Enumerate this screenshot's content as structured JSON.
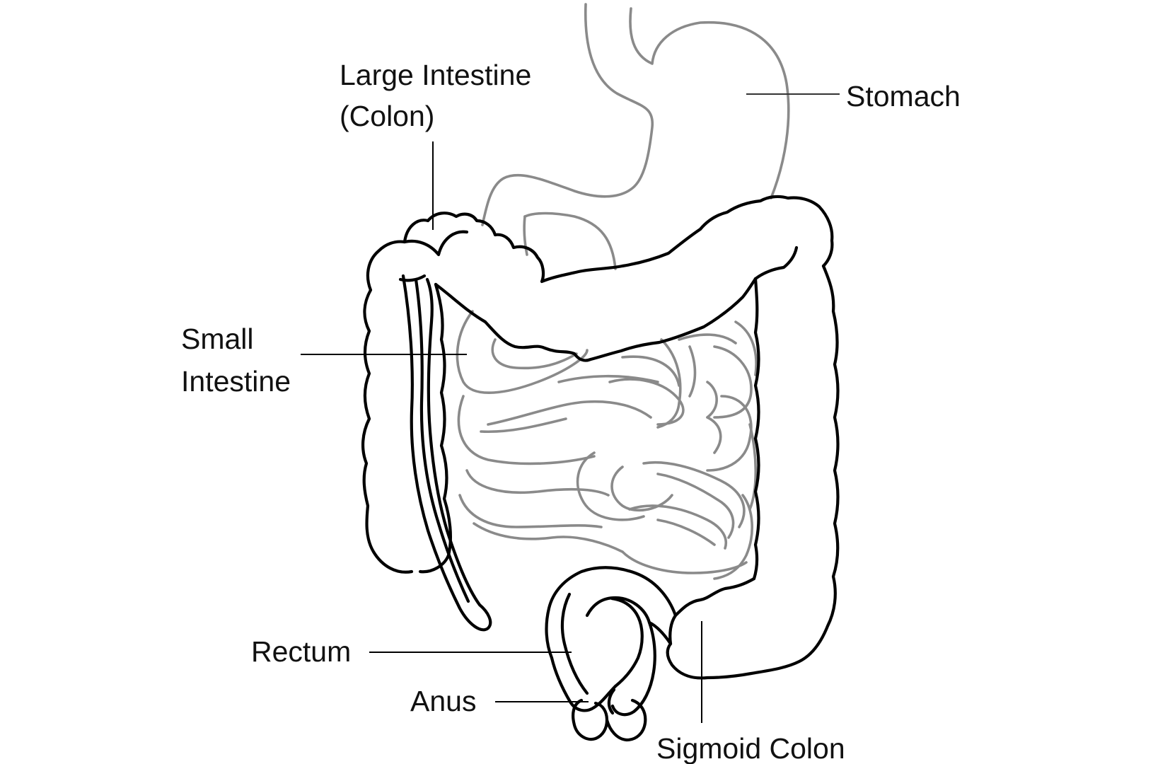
{
  "diagram": {
    "labels": {
      "large_intestine_line1": "Large Intestine",
      "large_intestine_line2": "(Colon)",
      "stomach": "Stomach",
      "small_intestine_line1": "Small",
      "small_intestine_line2": "Intestine",
      "rectum": "Rectum",
      "anus": "Anus",
      "sigmoid_colon": "Sigmoid Colon"
    }
  }
}
